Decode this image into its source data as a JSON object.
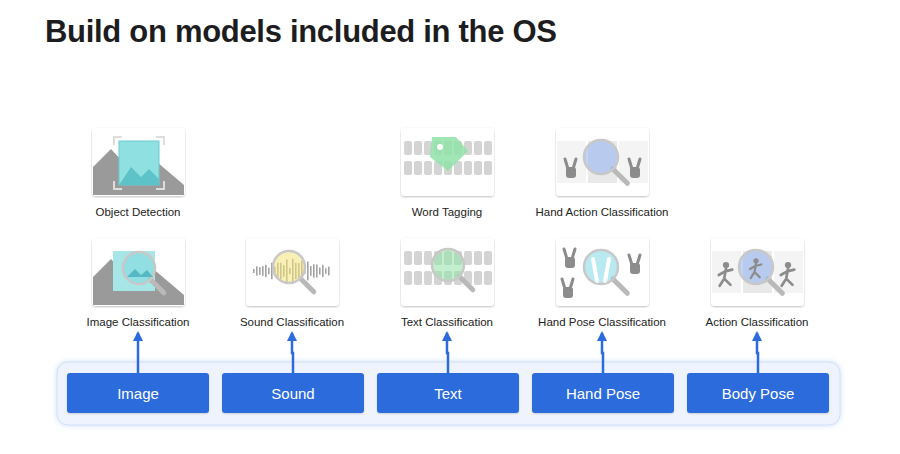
{
  "diagram": {
    "title": "Build on models included in the OS",
    "nodes": [
      {
        "text": [
          "Object Detection"
        ]
      },
      {
        "text": [
          "Word Tagging"
        ]
      },
      {
        "text": [
          "Hand Action Classification"
        ]
      },
      {
        "text": [
          "Image Classification"
        ]
      },
      {
        "text": [
          "Sound Classification"
        ]
      },
      {
        "text": [
          "Text Classification"
        ]
      },
      {
        "text": [
          "Hand Pose Classification"
        ]
      },
      {
        "text": [
          "Action Classification"
        ]
      },
      {
        "text": [
          "Image"
        ]
      },
      {
        "text": [
          "Sound"
        ]
      },
      {
        "text": [
          "Text"
        ]
      },
      {
        "text": [
          "Hand Pose"
        ]
      },
      {
        "text": [
          "Body Pose"
        ]
      }
    ],
    "edges": [
      {
        "from": 8,
        "to": 3,
        "arrow": "to"
      },
      {
        "from": 9,
        "to": 4,
        "arrow": "to"
      },
      {
        "from": 10,
        "to": 5,
        "arrow": "to"
      },
      {
        "from": 11,
        "to": 6,
        "arrow": "to"
      },
      {
        "from": 12,
        "to": 7,
        "arrow": "to"
      }
    ]
  }
}
